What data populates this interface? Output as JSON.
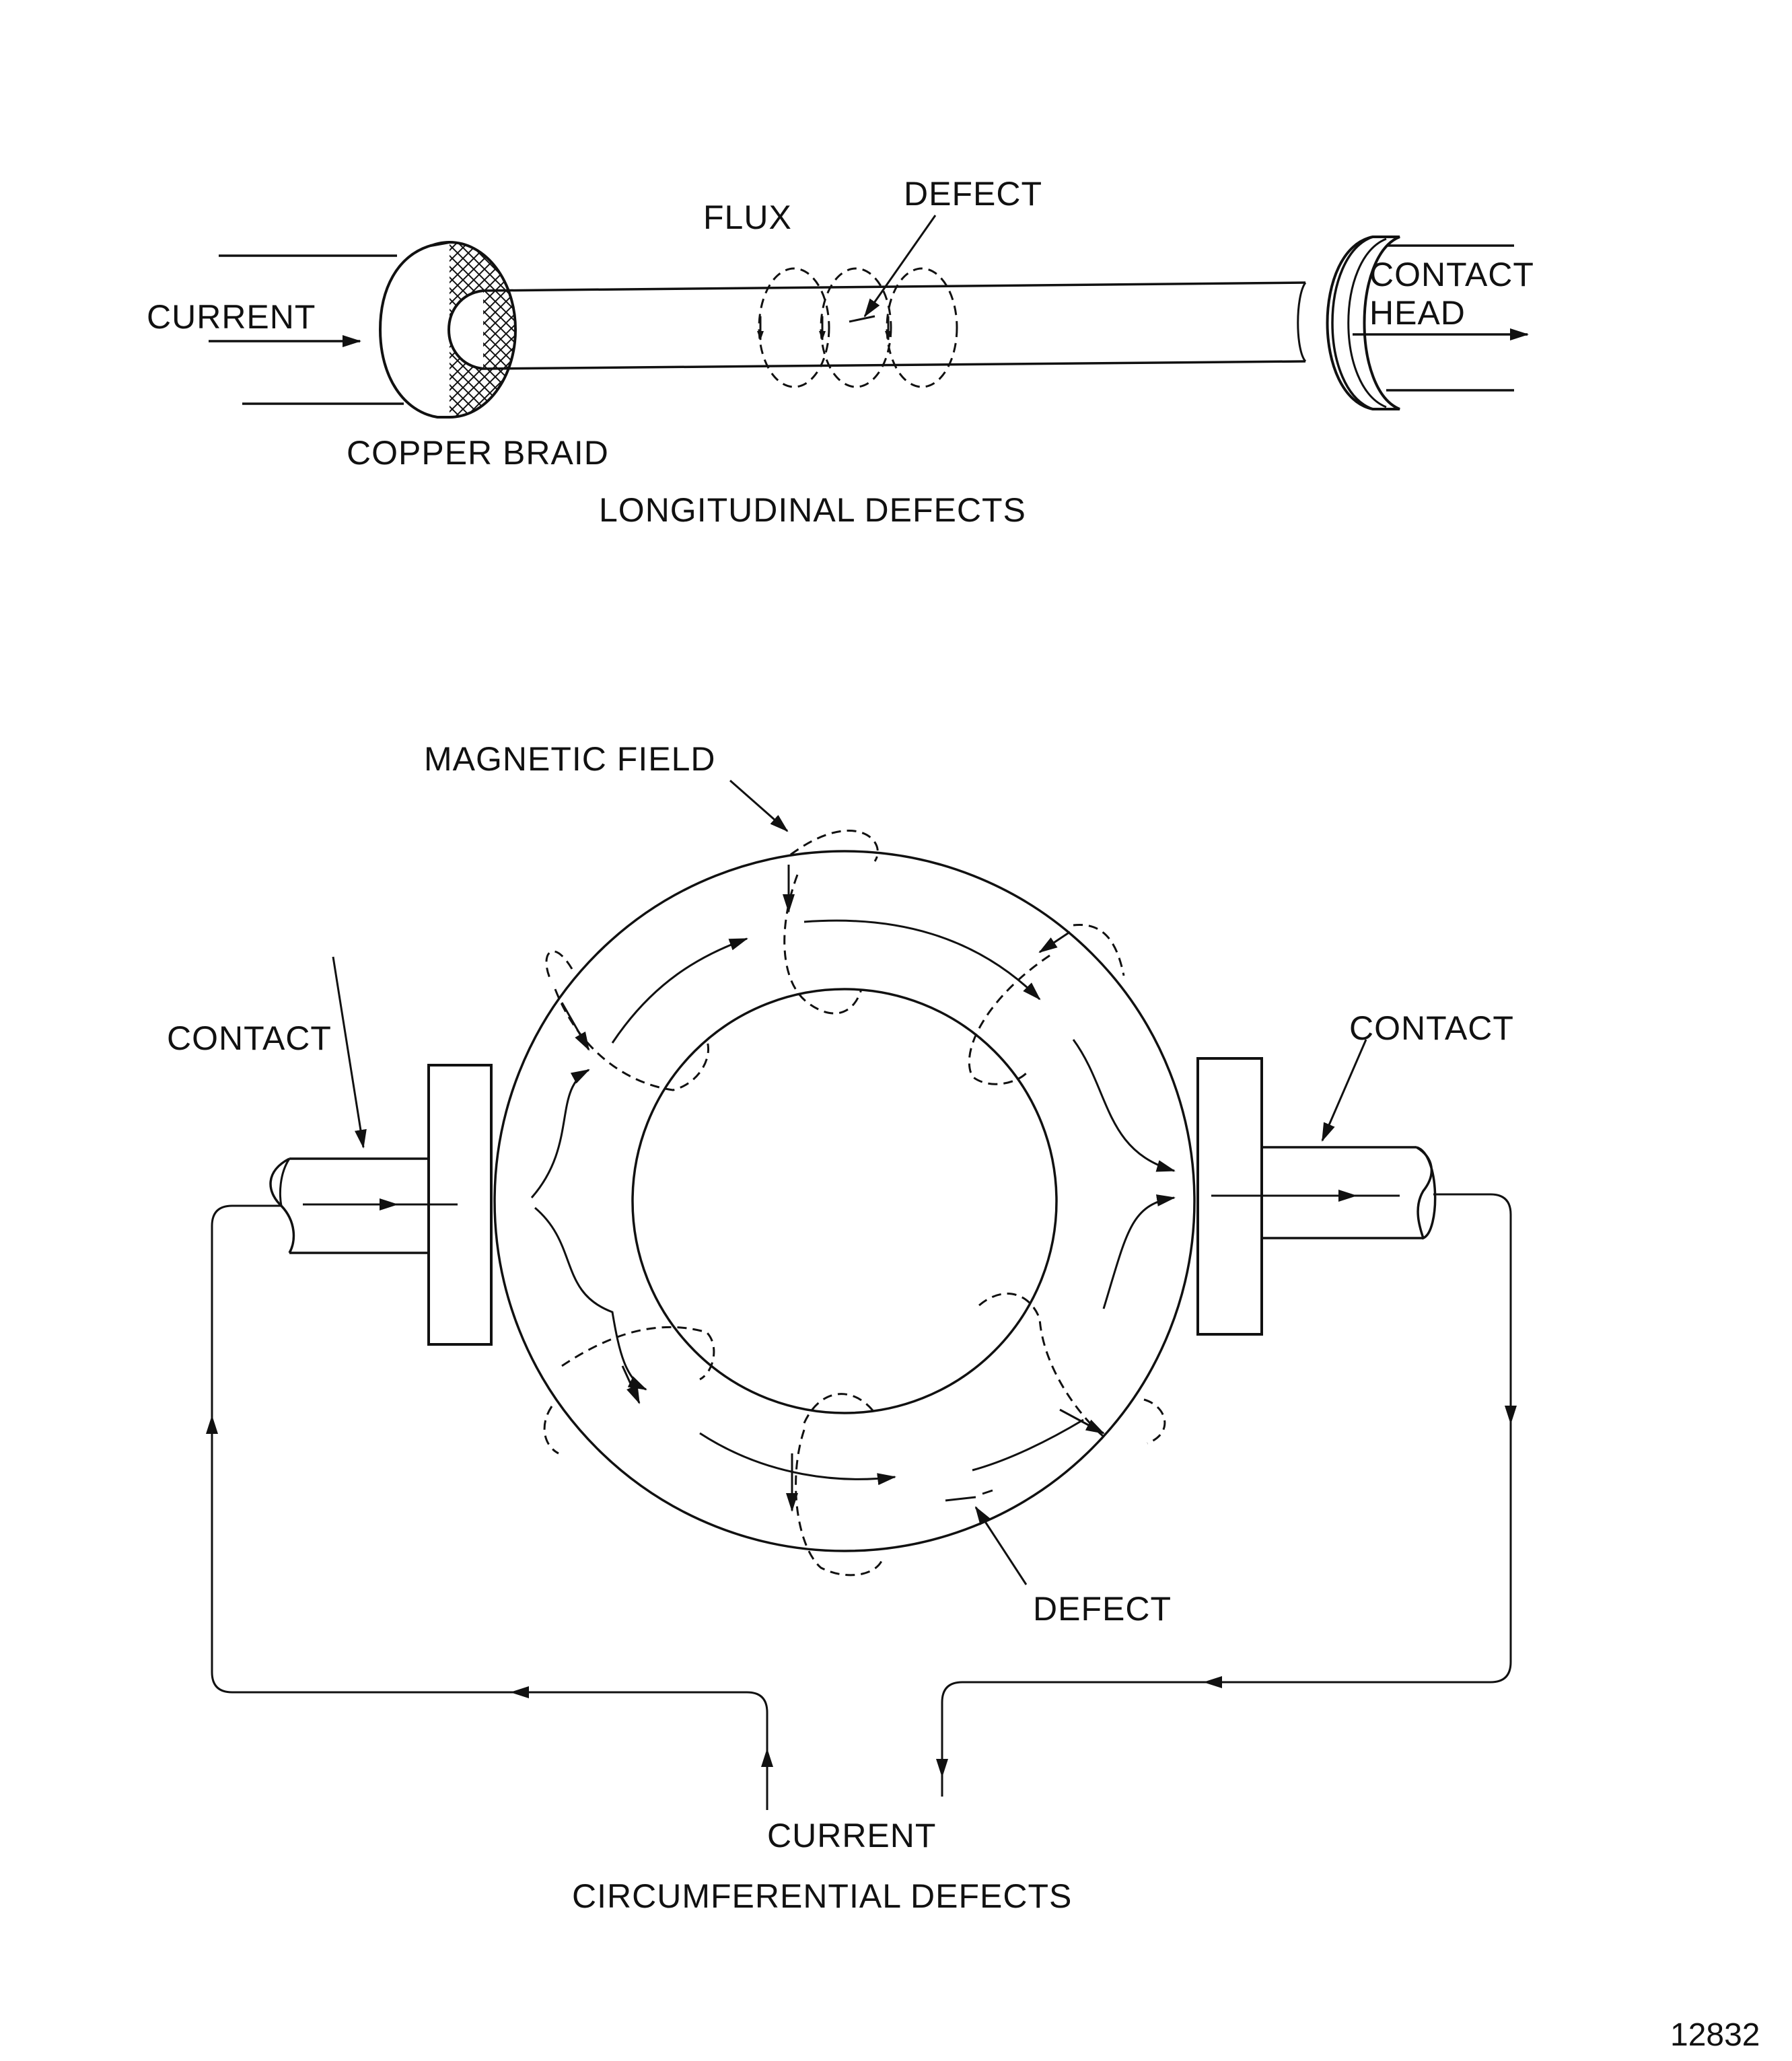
{
  "longitudinal": {
    "label_current": "CURRENT",
    "label_copper_braid": "COPPER BRAID",
    "label_flux": "FLUX",
    "label_defect": "DEFECT",
    "label_contact_head_1": "CONTACT",
    "label_contact_head_2": "HEAD",
    "caption": "LONGITUDINAL DEFECTS"
  },
  "circumferential": {
    "label_magnetic_field": "MAGNETIC FIELD",
    "label_contact_left": "CONTACT",
    "label_contact_right": "CONTACT",
    "label_defect": "DEFECT",
    "label_current": "CURRENT",
    "caption": "CIRCUMFERENTIAL DEFECTS"
  },
  "figure_number": "12832"
}
